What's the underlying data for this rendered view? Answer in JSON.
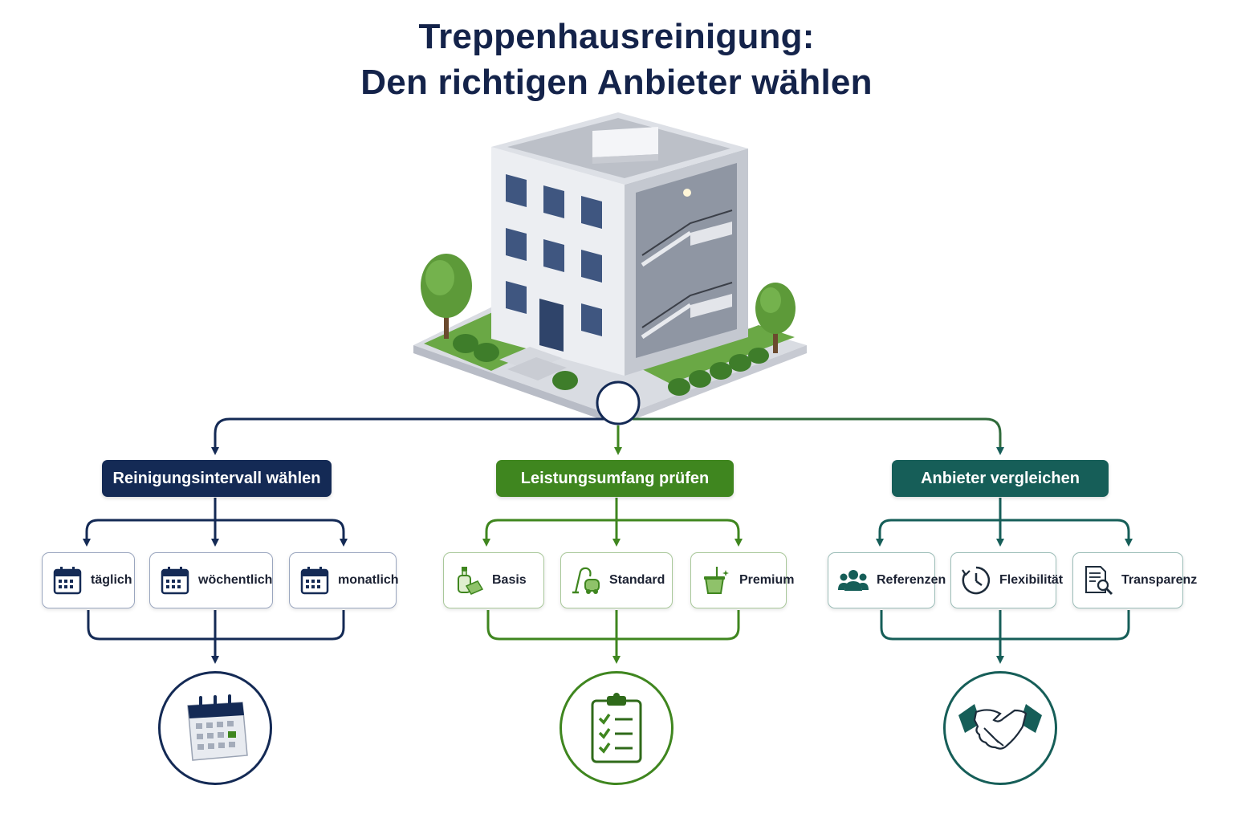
{
  "title": {
    "line1": "Treppenhausreinigung:",
    "line2": "Den richtigen Anbieter wählen"
  },
  "colors": {
    "navy": "#142a55",
    "green": "#3f861f",
    "teal": "#165e58"
  },
  "branches": [
    {
      "header": "Reinigungsintervall wählen",
      "color": "navy",
      "options": [
        {
          "label": "täglich",
          "icon": "calendar-icon"
        },
        {
          "label": "wöchentlich",
          "icon": "calendar-icon"
        },
        {
          "label": "monatlich",
          "icon": "calendar-icon"
        }
      ],
      "result_icon": "calendar-icon"
    },
    {
      "header": "Leistungsumfang prüfen",
      "color": "green",
      "options": [
        {
          "label": "Basis",
          "icon": "spray-bottle-icon"
        },
        {
          "label": "Standard",
          "icon": "vacuum-cleaner-icon"
        },
        {
          "label": "Premium",
          "icon": "mop-bucket-icon"
        }
      ],
      "result_icon": "checklist-clipboard-icon"
    },
    {
      "header": "Anbieter vergleichen",
      "color": "teal",
      "options": [
        {
          "label": "Referenzen",
          "icon": "people-group-icon"
        },
        {
          "label": "Flexibilität",
          "icon": "clock-icon"
        },
        {
          "label": "Transparenz",
          "icon": "document-search-icon"
        }
      ],
      "result_icon": "handshake-icon"
    }
  ]
}
